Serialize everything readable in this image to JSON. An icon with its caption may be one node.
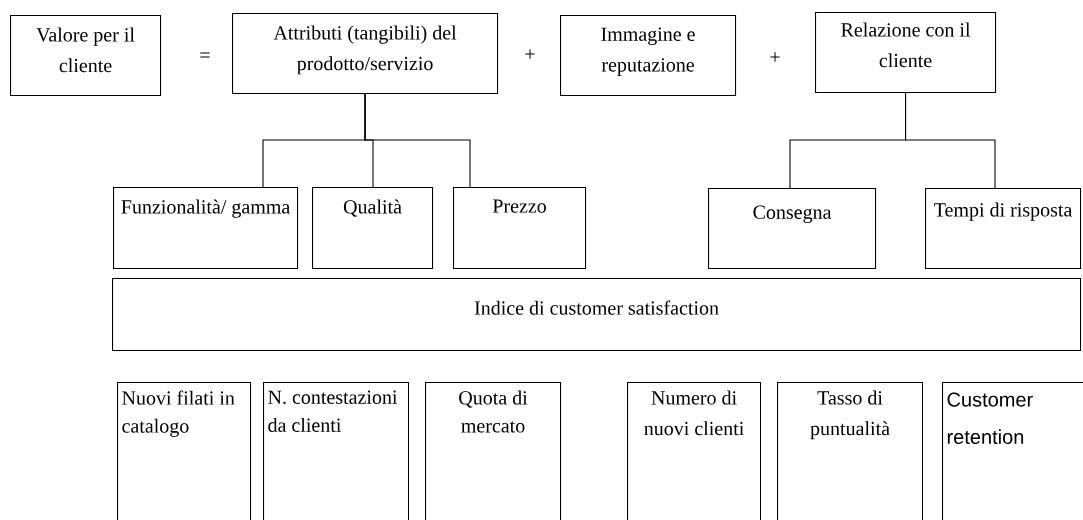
{
  "diagram": {
    "nodes": [
      {
        "text": [
          "Valore per il cliente"
        ]
      },
      {
        "text": [
          "Attributi (tangibili) del prodotto/servizio"
        ]
      },
      {
        "text": [
          "Immagine e reputazione"
        ]
      },
      {
        "text": [
          "Relazione con il cliente"
        ]
      },
      {
        "text": [
          "Funzionalità/ gamma"
        ]
      },
      {
        "text": [
          "Qualità"
        ]
      },
      {
        "text": [
          "Prezzo"
        ]
      },
      {
        "text": [
          "Consegna"
        ]
      },
      {
        "text": [
          "Tempi di risposta"
        ]
      },
      {
        "text": [
          "Indice di customer satisfaction"
        ]
      },
      {
        "text": [
          "Nuovi filati in catalogo"
        ]
      },
      {
        "text": [
          "N. contestazioni da clienti"
        ]
      },
      {
        "text": [
          "Quota di mercato"
        ]
      },
      {
        "text": [
          "Numero di nuovi clienti"
        ]
      },
      {
        "text": [
          "Tasso di puntualità"
        ]
      },
      {
        "text": [
          "Customer retention"
        ]
      }
    ],
    "edges": [
      {
        "from": 1,
        "to": 4,
        "arrow": "none"
      },
      {
        "from": 1,
        "to": 5,
        "arrow": "none"
      },
      {
        "from": 1,
        "to": 6,
        "arrow": "none"
      },
      {
        "from": 3,
        "to": 7,
        "arrow": "none"
      },
      {
        "from": 3,
        "to": 8,
        "arrow": "none"
      }
    ],
    "labels": [
      "=",
      "+",
      "+"
    ]
  }
}
